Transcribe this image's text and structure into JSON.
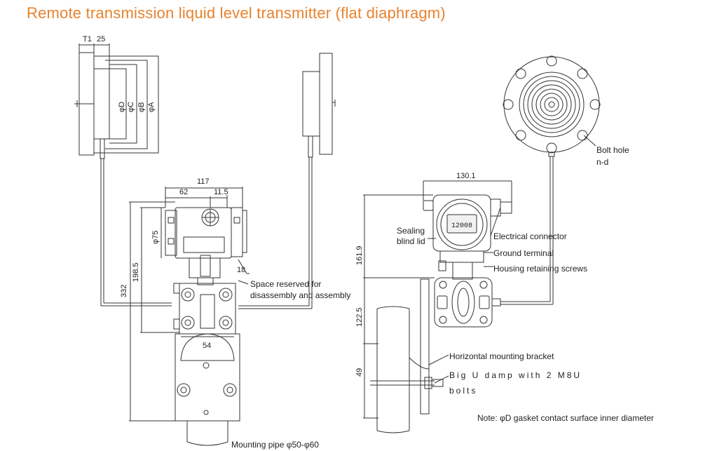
{
  "title": "Remote transmission liquid level transmitter (flat diaphragm)",
  "left_view": {
    "dims": {
      "t1": "T1",
      "d25": "25",
      "phiD": "φD",
      "phiC": "φC",
      "phiB": "φB",
      "phiA": "φA",
      "d117": "117",
      "d62": "62",
      "d11_5": "11.5",
      "phi75": "φ75",
      "d18": "18",
      "d198_5": "198.5",
      "d332": "332",
      "d54": "54"
    },
    "labels": {
      "space_line1": "Space reserved for",
      "space_line2": "disassembly and assembly",
      "mounting_pipe": "Mounting pipe φ50-φ60"
    }
  },
  "right_view": {
    "dims": {
      "d130_1": "130.1",
      "d161_9": "161.9",
      "d122_5": "122.5",
      "d49": "49"
    },
    "labels": {
      "bolt_hole_1": "Bolt hole",
      "bolt_hole_2": "n-d",
      "sealing_1": "Sealing",
      "sealing_2": "blind lid",
      "electrical_connector": "Electrical connector",
      "ground_terminal": "Ground terminal",
      "housing_screws": "Housing retaining screws",
      "horizontal_bracket": "Horizontal mounting bracket",
      "u_clamp_1": "Big U damp with 2 M8U",
      "u_clamp_2": "bolts",
      "display_value": "12008",
      "note": "Note: φD gasket contact surface inner diameter"
    }
  },
  "colors": {
    "title": "#e8822e",
    "line": "#333333"
  }
}
